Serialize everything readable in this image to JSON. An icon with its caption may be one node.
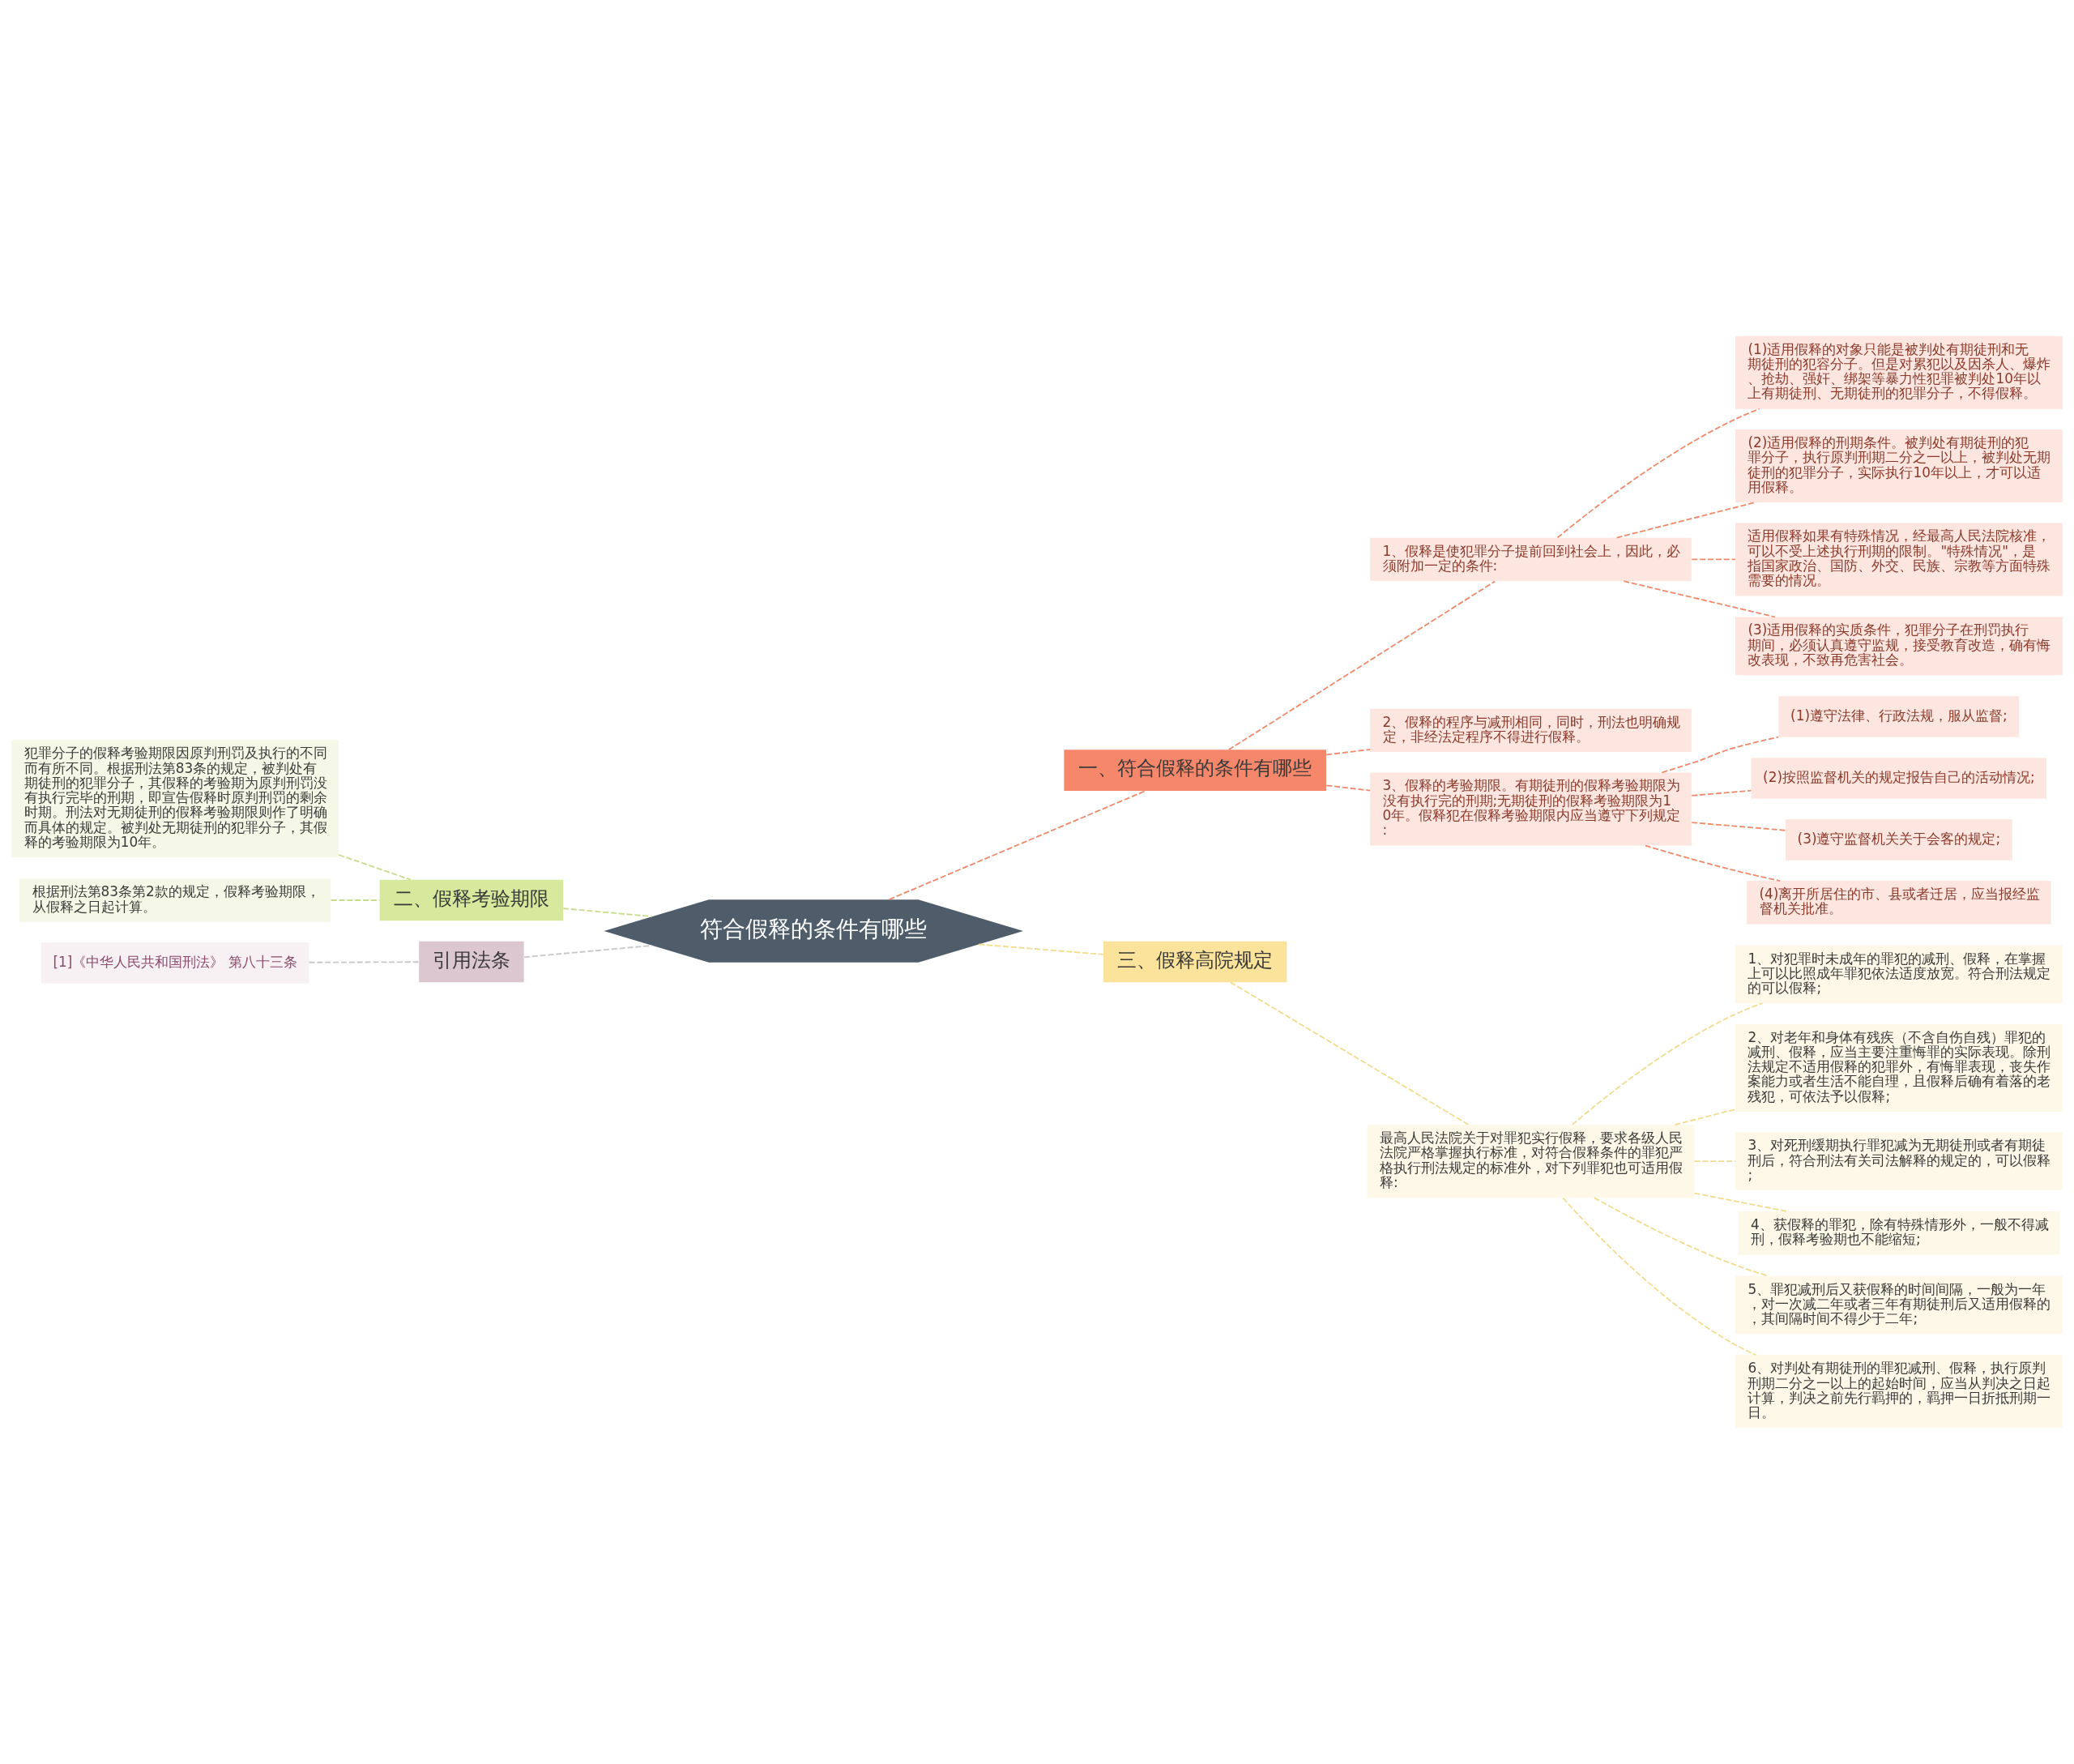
{
  "diagram": {
    "nodes": [
      {
        "text": [
          "符合假释的条件有哪些"
        ]
      },
      {
        "text": [
          "一、符合假释的条件有哪些"
        ]
      },
      {
        "text": [
          "1、假释是使犯罪分子提前回到社会上，因此，必须附加一定的条件:"
        ]
      },
      {
        "text": [
          "(1)适用假释的对象只能是被判处有期徒刑和无期徒刑的犯容分子。但是对累犯以及因杀人、爆炸、抢劫、强奸、绑架等暴力性犯罪被判处10年以上有期徒刑、无期徒刑的犯罪分子，不得假释。"
        ]
      },
      {
        "text": [
          "(2)适用假释的刑期条件。被判处有期徒刑的犯罪分子，执行原判刑期二分之一以上，被判处无期徒刑的犯罪分子，实际执行10年以上，才可以适用假释。"
        ]
      },
      {
        "text": [
          "适用假释如果有特殊情况，经最高人民法院核准，可以不受上述执行刑期的限制。\"特殊情况\"，是指国家政治、国防、外交、民族、宗教等方面特殊需要的情况。"
        ]
      },
      {
        "text": [
          "(3)适用假释的实质条件，犯罪分子在刑罚执行期间，必须认真遵守监规，接受教育改造，确有悔改表现，不致再危害社会。"
        ]
      },
      {
        "text": [
          "2、假释的程序与减刑相同，同时，刑法也明确规定，非经法定程序不得进行假释。"
        ]
      },
      {
        "text": [
          "3、假释的考验期限。有期徒刑的假释考验期限为没有执行完的刑期;无期徒刑的假释考验期限为10年。假释犯在假释考验期限内应当遵守下列规定:"
        ]
      },
      {
        "text": [
          "(1)遵守法律、行政法规，服从监督;"
        ]
      },
      {
        "text": [
          "(2)按照监督机关的规定报告自己的活动情况;"
        ]
      },
      {
        "text": [
          "(3)遵守监督机关关于会客的规定;"
        ]
      },
      {
        "text": [
          "(4)离开所居住的市、县或者迁居，应当报经监督机关批准。"
        ]
      },
      {
        "text": [
          "二、假释考验期限"
        ]
      },
      {
        "text": [
          "犯罪分子的假释考验期限因原判刑罚及执行的不同而有所不同。根据刑法第83条的规定，被判处有期徒刑的犯罪分子，其假释的考验期为原判刑罚没有执行完毕的刑期，即宣告假释时原判刑罚的剩余时期。刑法对无期徒刑的假释考验期限则作了明确而具体的规定。被判处无期徒刑的犯罪分子，其假释的考验期限为10年。"
        ]
      },
      {
        "text": [
          "根据刑法第83条第2款的规定，假释考验期限，从假释之日起计算。"
        ]
      },
      {
        "text": [
          "引用法条"
        ]
      },
      {
        "text": [
          "[1]《中华人民共和国刑法》 第八十三条"
        ]
      },
      {
        "text": [
          "三、假释高院规定"
        ]
      },
      {
        "text": [
          "最高人民法院关于对罪犯实行假释，要求各级人民法院严格掌握执行标准，对符合假释条件的罪犯严格执行刑法规定的标准外，对下列罪犯也可适用假释:"
        ]
      },
      {
        "text": [
          "1、对犯罪时未成年的罪犯的减刑、假释，在掌握上可以比照成年罪犯依法适度放宽。符合刑法规定的可以假释;"
        ]
      },
      {
        "text": [
          "2、对老年和身体有残疾（不含自伤自残）罪犯的减刑、假释，应当主要注重悔罪的实际表现。除刑法规定不适用假释的犯罪外，有悔罪表现，丧失作案能力或者生活不能自理，且假释后确有着落的老残犯，可依法予以假释;"
        ]
      },
      {
        "text": [
          "3、对死刑缓期执行罪犯减为无期徒刑或者有期徒刑后，符合刑法有关司法解释的规定的，可以假释;"
        ]
      },
      {
        "text": [
          "4、获假释的罪犯，除有特殊情形外，一般不得减刑，假释考验期也不能缩短;"
        ]
      },
      {
        "text": [
          "5、罪犯减刑后又获假释的时间间隔，一般为一年，对一次减二年或者三年有期徒刑后又适用假释的，其间隔时间不得少于二年;"
        ]
      },
      {
        "text": [
          "6、对判处有期徒刑的罪犯减刑、假释，执行原判刑期二分之一以上的起始时间，应当从判决之日起计算，判决之前先行羁押的，羁押一日折抵刑期一日。"
        ]
      }
    ],
    "edges": [
      {
        "from": 0,
        "to": 1,
        "arrow": "none",
        "style": "dashed",
        "color": "#f08a6a"
      },
      {
        "from": 1,
        "to": 2,
        "arrow": "none",
        "style": "dashed",
        "color": "#f08a6a"
      },
      {
        "from": 2,
        "to": 3,
        "arrow": "none",
        "style": "dashed",
        "color": "#f08a6a"
      },
      {
        "from": 2,
        "to": 4,
        "arrow": "none",
        "style": "dashed",
        "color": "#f08a6a"
      },
      {
        "from": 2,
        "to": 5,
        "arrow": "none",
        "style": "dashed",
        "color": "#f08a6a"
      },
      {
        "from": 2,
        "to": 6,
        "arrow": "none",
        "style": "dashed",
        "color": "#f08a6a"
      },
      {
        "from": 1,
        "to": 7,
        "arrow": "none",
        "style": "dashed",
        "color": "#f08a6a"
      },
      {
        "from": 1,
        "to": 8,
        "arrow": "none",
        "style": "dashed",
        "color": "#f08a6a"
      },
      {
        "from": 8,
        "to": 9,
        "arrow": "none",
        "style": "dashed",
        "color": "#f08a6a"
      },
      {
        "from": 8,
        "to": 10,
        "arrow": "none",
        "style": "dashed",
        "color": "#f08a6a"
      },
      {
        "from": 8,
        "to": 11,
        "arrow": "none",
        "style": "dashed",
        "color": "#f08a6a"
      },
      {
        "from": 8,
        "to": 12,
        "arrow": "none",
        "style": "dashed",
        "color": "#f08a6a"
      },
      {
        "from": 0,
        "to": 13,
        "arrow": "none",
        "style": "dashed",
        "color": "#c9dc8c"
      },
      {
        "from": 13,
        "to": 14,
        "arrow": "none",
        "style": "dashed",
        "color": "#c9dc8c"
      },
      {
        "from": 13,
        "to": 15,
        "arrow": "none",
        "style": "dashed",
        "color": "#c9dc8c"
      },
      {
        "from": 0,
        "to": 16,
        "arrow": "none",
        "style": "dashed",
        "color": "#c8c8c8"
      },
      {
        "from": 16,
        "to": 17,
        "arrow": "none",
        "style": "dashed",
        "color": "#c8c8c8"
      },
      {
        "from": 0,
        "to": 18,
        "arrow": "none",
        "style": "dashed",
        "color": "#f2dc8e"
      },
      {
        "from": 18,
        "to": 19,
        "arrow": "none",
        "style": "dashed",
        "color": "#f2dc8e"
      },
      {
        "from": 19,
        "to": 20,
        "arrow": "none",
        "style": "dashed",
        "color": "#f2dc8e"
      },
      {
        "from": 19,
        "to": 21,
        "arrow": "none",
        "style": "dashed",
        "color": "#f2dc8e"
      },
      {
        "from": 19,
        "to": 22,
        "arrow": "none",
        "style": "dashed",
        "color": "#f2dc8e"
      },
      {
        "from": 19,
        "to": 23,
        "arrow": "none",
        "style": "dashed",
        "color": "#f2dc8e"
      },
      {
        "from": 19,
        "to": 24,
        "arrow": "none",
        "style": "dashed",
        "color": "#f2dc8e"
      },
      {
        "from": 19,
        "to": 25,
        "arrow": "none",
        "style": "dashed",
        "color": "#f2dc8e"
      }
    ]
  }
}
